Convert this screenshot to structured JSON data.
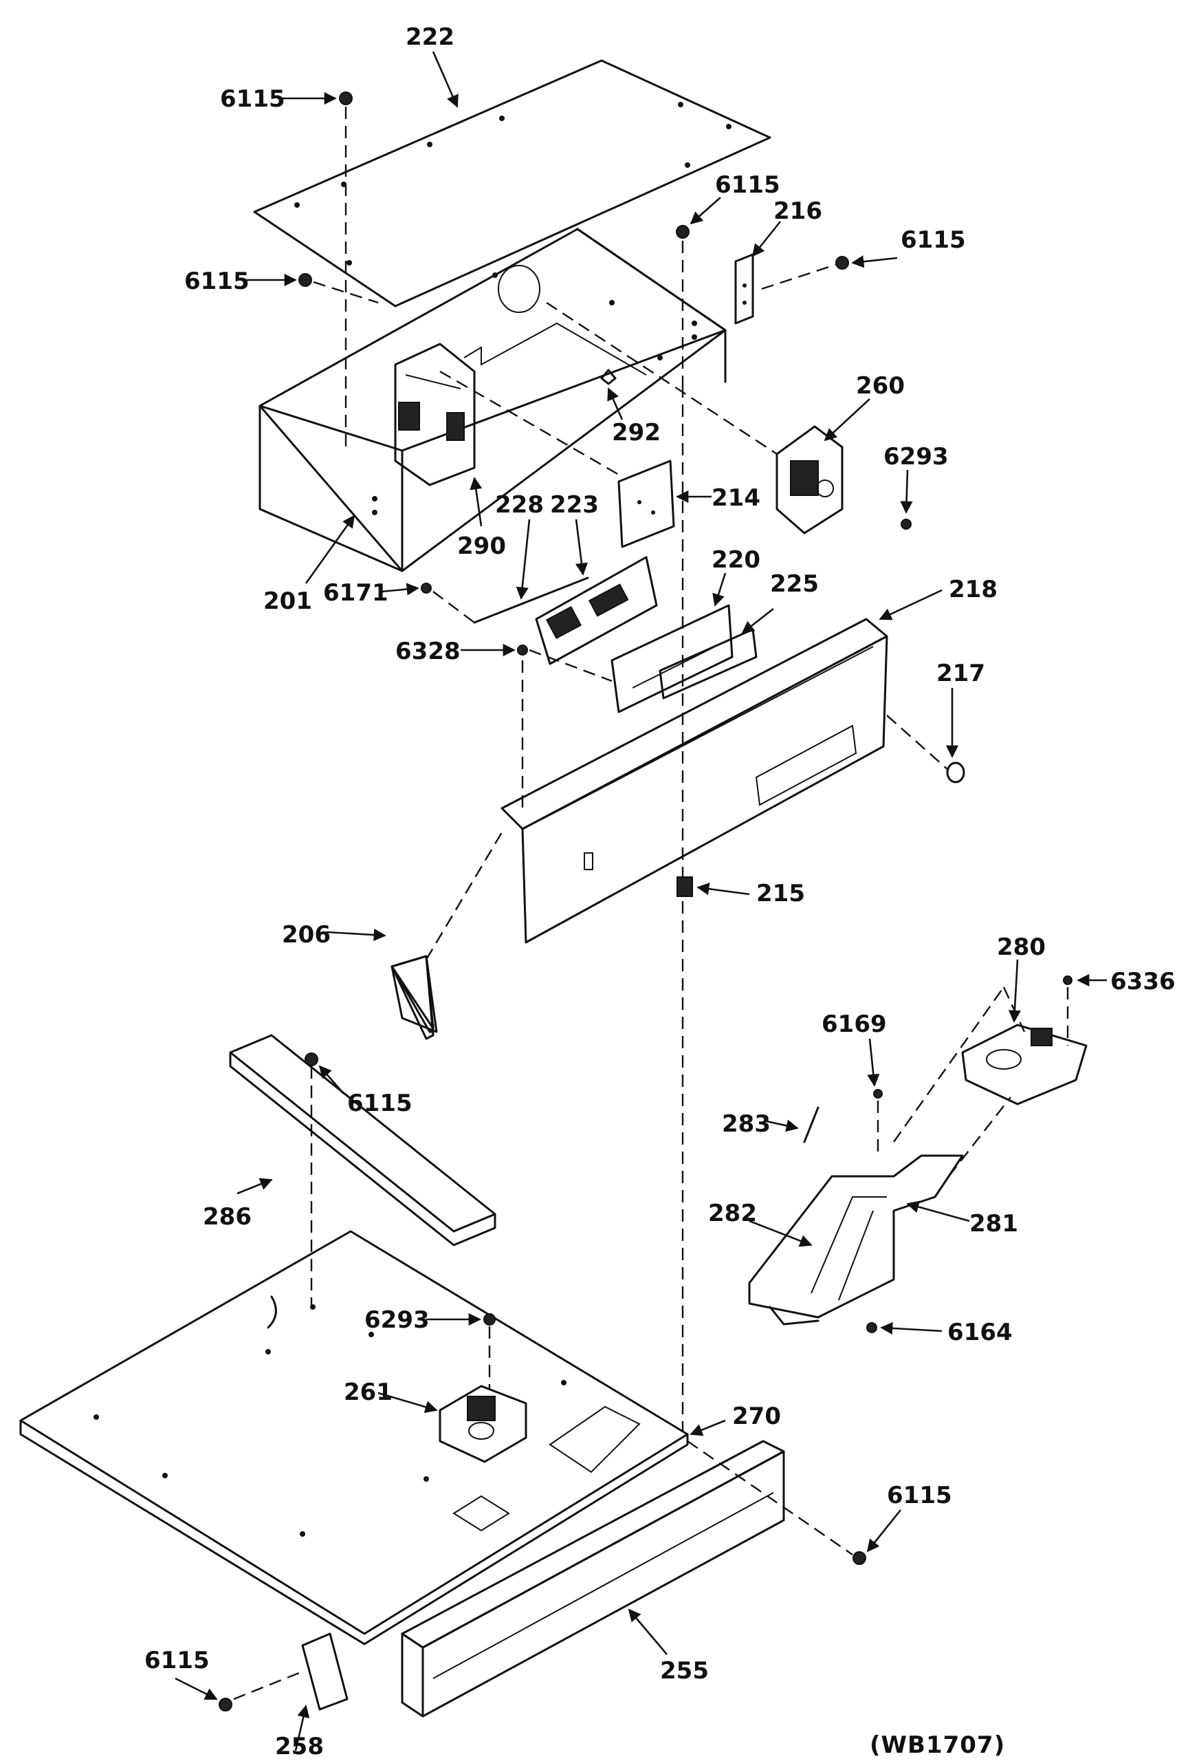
{
  "diagram": {
    "model_code": "(WB1707)",
    "callouts": {
      "c222": "222",
      "c6115_a": "6115",
      "c6115_b": "6115",
      "c6115_c": "6115",
      "c6115_d": "6115",
      "c216": "216",
      "c260": "260",
      "c6293_a": "6293",
      "c292": "292",
      "c214": "214",
      "c228": "228",
      "c223": "223",
      "c290": "290",
      "c201": "201",
      "c6171": "6171",
      "c220": "220",
      "c225": "225",
      "c218": "218",
      "c6328": "6328",
      "c217": "217",
      "c215": "215",
      "c206": "206",
      "c280": "280",
      "c6336": "6336",
      "c6169": "6169",
      "c6115_e": "6115",
      "c283": "283",
      "c286": "286",
      "c282": "282",
      "c281": "281",
      "c6164": "6164",
      "c6293_b": "6293",
      "c261": "261",
      "c270": "270",
      "c6115_f": "6115",
      "c255": "255",
      "c6115_g": "6115",
      "c258": "258"
    }
  }
}
